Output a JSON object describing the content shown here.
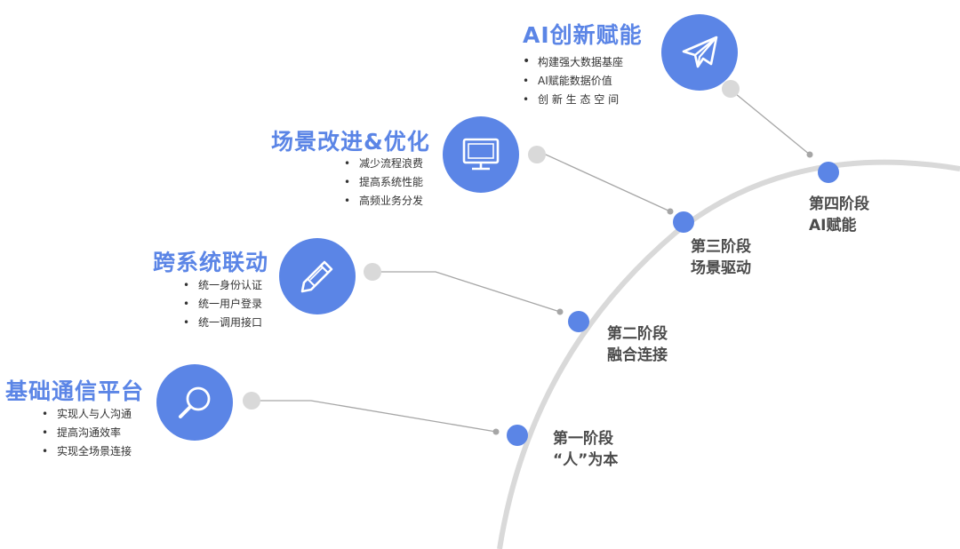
{
  "colors": {
    "accent": "#5b85e6",
    "arc": "#d9d9d9",
    "connector": "#a6a6a6",
    "knob": "#d9d9d9",
    "text": "#333333",
    "phase_text": "#4b4b4b"
  },
  "stages": [
    {
      "title": "AI创新赋能",
      "icon": "paper-plane-icon",
      "bullets": [
        "构建强大数据基座",
        "AI赋能数据价值",
        "创 新 生 态 空 间"
      ]
    },
    {
      "title": "场景改进&优化",
      "icon": "monitor-icon",
      "bullets": [
        "减少流程浪费",
        "提高系统性能",
        "高频业务分发"
      ]
    },
    {
      "title": "跨系统联动",
      "icon": "pencil-icon",
      "bullets": [
        "统一身份认证",
        "统一用户登录",
        "统一调用接口"
      ]
    },
    {
      "title": "基础通信平台",
      "icon": "magnifier-icon",
      "bullets": [
        "实现人与人沟通",
        "提高沟通效率",
        "实现全场景连接"
      ]
    }
  ],
  "phases": [
    {
      "line1": "第四阶段",
      "line2": "AI赋能"
    },
    {
      "line1": "第三阶段",
      "line2": "场景驱动"
    },
    {
      "line1": "第二阶段",
      "line2": "融合连接"
    },
    {
      "line1": "第一阶段",
      "line2": "“人”为本"
    }
  ]
}
